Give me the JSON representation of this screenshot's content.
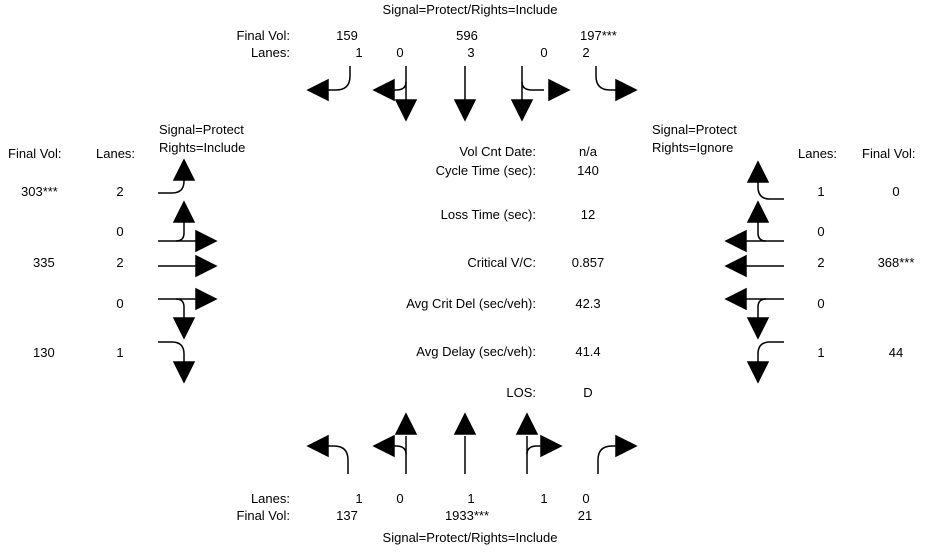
{
  "north": {
    "signal": "Signal=Protect/Rights=Include",
    "final_vol_label": "Final Vol:",
    "lanes_label": "Lanes:",
    "final_vol": [
      "159",
      "596",
      "197***"
    ],
    "lanes": [
      "1",
      "0",
      "3",
      "0",
      "2"
    ]
  },
  "south": {
    "signal": "Signal=Protect/Rights=Include",
    "final_vol_label": "Final Vol:",
    "lanes_label": "Lanes:",
    "final_vol": [
      "137",
      "1933***",
      "21"
    ],
    "lanes": [
      "1",
      "0",
      "1",
      "1",
      "0"
    ]
  },
  "west": {
    "final_vol_label": "Final Vol:",
    "lanes_label": "Lanes:",
    "signal_line1": "Signal=Protect",
    "signal_line2": "Rights=Include",
    "final_vol": [
      "303***",
      "335",
      "130"
    ],
    "lanes": [
      "2",
      "0",
      "2",
      "0",
      "1"
    ]
  },
  "east": {
    "final_vol_label": "Final Vol:",
    "lanes_label": "Lanes:",
    "signal_line1": "Signal=Protect",
    "signal_line2": "Rights=Ignore",
    "final_vol": [
      "0",
      "368***",
      "44"
    ],
    "lanes": [
      "1",
      "0",
      "2",
      "0",
      "1"
    ]
  },
  "summary": [
    {
      "label": "Vol Cnt Date:",
      "value": "n/a"
    },
    {
      "label": "Cycle Time (sec):",
      "value": "140"
    },
    {
      "label": "Loss Time (sec):",
      "value": "12"
    },
    {
      "label": "Critical V/C:",
      "value": "0.857"
    },
    {
      "label": "Avg Crit Del (sec/veh):",
      "value": "42.3"
    },
    {
      "label": "Avg Delay (sec/veh):",
      "value": "41.4"
    },
    {
      "label": "LOS:",
      "value": "D"
    }
  ],
  "colors": {
    "text": "#000000",
    "background": "#ffffff",
    "arrow": "#000000"
  }
}
